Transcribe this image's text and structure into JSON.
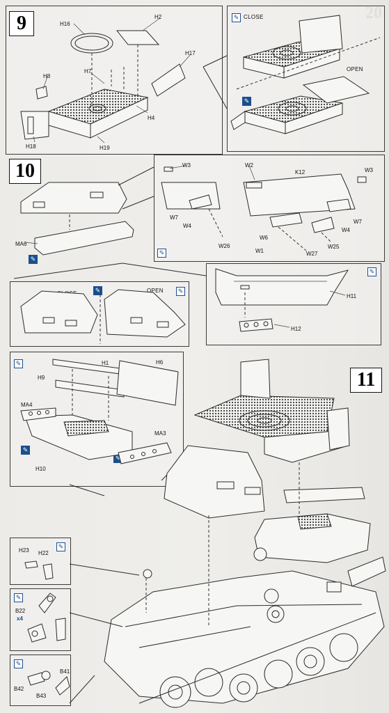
{
  "page_number": "20",
  "steps": [
    {
      "number": "9"
    },
    {
      "number": "10"
    },
    {
      "number": "11"
    }
  ],
  "step9": {
    "labels": [
      "H16",
      "H2",
      "H17",
      "H7",
      "H8",
      "H4",
      "H18",
      "H19"
    ],
    "close": "CLOSE",
    "open": "OPEN"
  },
  "step10": {
    "labels_left": [
      "MA6"
    ],
    "labels_detail": [
      "W3",
      "W2",
      "K12",
      "W3",
      "W7",
      "W4",
      "W26",
      "W6",
      "W1",
      "W27",
      "W25",
      "W4",
      "W7"
    ],
    "close": "CLOSE",
    "open": "OPEN",
    "labels_h": [
      "H11",
      "H12"
    ]
  },
  "step11": {
    "labels": [
      "H1",
      "H6",
      "H9",
      "MA4",
      "MA3",
      "H10"
    ],
    "detail_a": [
      "H23",
      "H22"
    ],
    "detail_b": [
      "B22",
      "x4"
    ],
    "detail_c": [
      "B41",
      "B42",
      "B43"
    ]
  },
  "icons": [
    "glue-icon",
    "glue-icon-filled"
  ]
}
